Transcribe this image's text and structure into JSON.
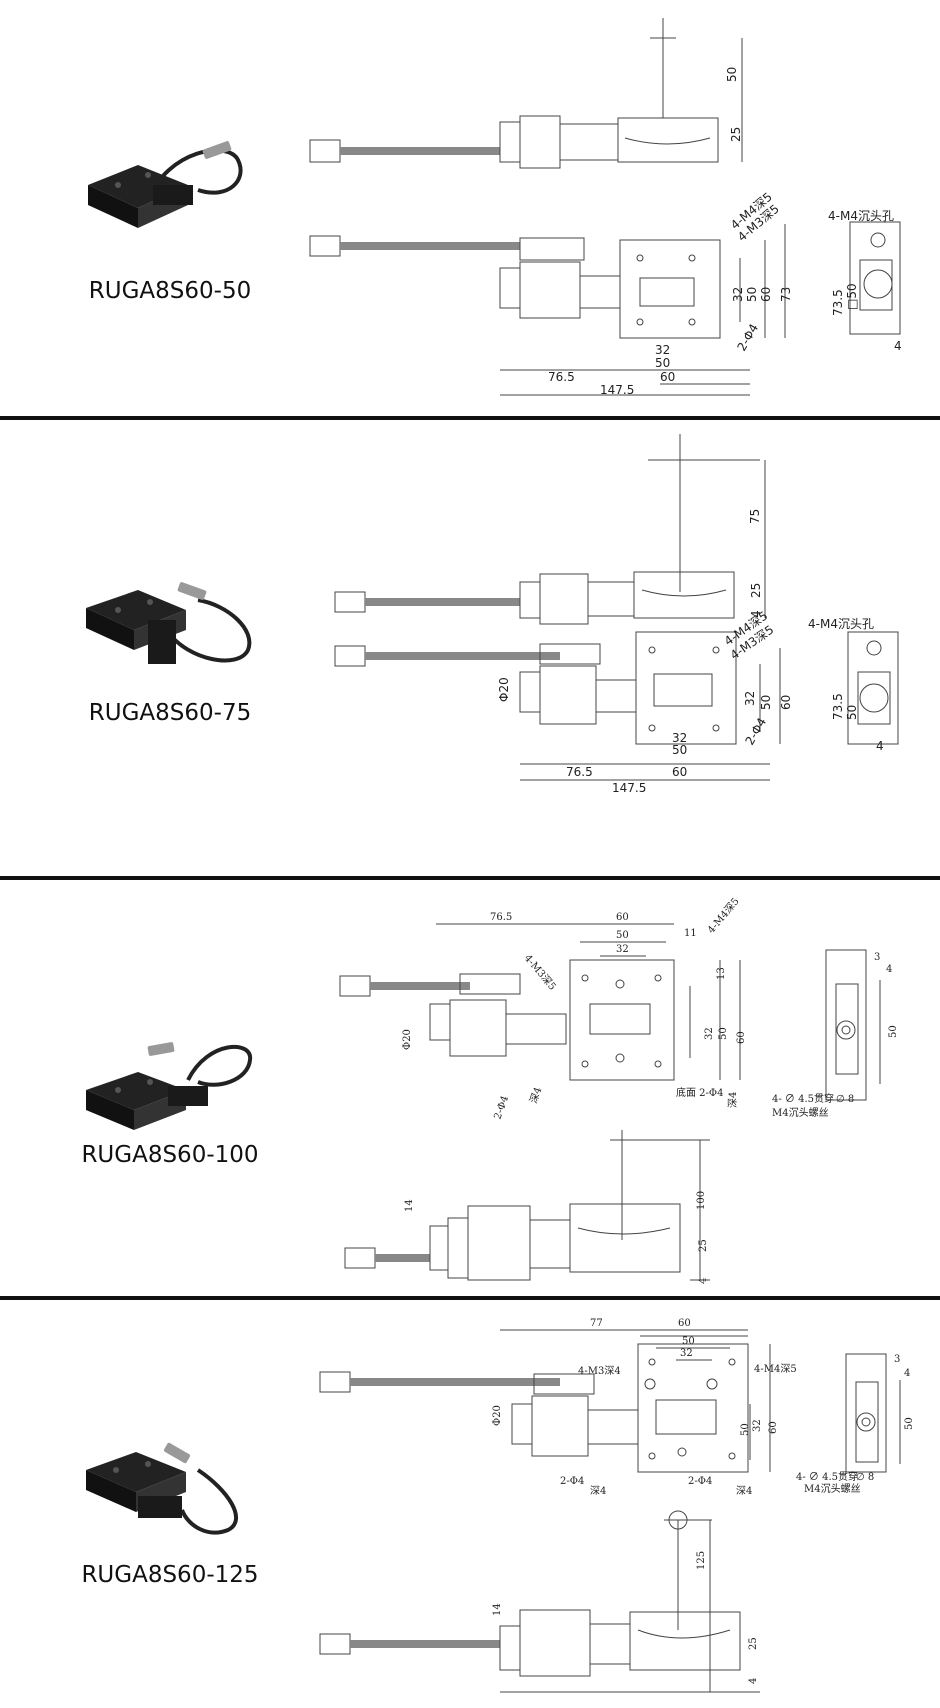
{
  "sections": [
    {
      "model": "RUGA8S60-50",
      "dims": {
        "a": "50",
        "b": "25",
        "c": "4-M4深5",
        "d": "4-M3深5",
        "e": "32",
        "f": "50",
        "g": "60",
        "h": "73",
        "i": "4-M4沉头孔",
        "j": "73.5",
        "k": "□50",
        "l": "4",
        "m": "32",
        "n": "50",
        "o": "60",
        "p": "76.5",
        "q": "147.5",
        "r": "2-Φ4"
      }
    },
    {
      "model": "RUGA8S60-75",
      "dims": {
        "a": "75",
        "b": "25",
        "c": "4",
        "d": "4-M4深5",
        "e": "4-M3深5",
        "f": "32",
        "g": "50",
        "h": "60",
        "i": "4-M4沉头孔",
        "j": "73.5",
        "k": "50",
        "l": "4",
        "m": "Φ20",
        "n": "32",
        "o": "50",
        "p": "60",
        "q": "76.5",
        "r": "147.5",
        "s": "2-Φ4"
      }
    },
    {
      "model": "RUGA8S60-100",
      "dims": {
        "a": "76.5",
        "b": "60",
        "c": "50",
        "d": "32",
        "e": "11",
        "f": "4-M3深5",
        "g": "4-M4深5",
        "h": "13",
        "i": "32",
        "j": "50",
        "k": "60",
        "l": "Φ20",
        "m": "2-Φ4",
        "n": "深4",
        "o": "底面 2-Φ4",
        "p": "深4",
        "q": "3",
        "r": "4",
        "s": "50",
        "t": "4- ∅ 4.5贯穿",
        "u": "∅ 8",
        "v": "M4沉头螺丝",
        "w": "100",
        "x": "14",
        "y": "25",
        "z": "4"
      }
    },
    {
      "model": "RUGA8S60-125",
      "dims": {
        "a": "77",
        "b": "60",
        "c": "50",
        "d": "32",
        "e": "4-M3深4",
        "f": "4-M4深5",
        "g": "Φ20",
        "h": "50",
        "i": "32",
        "j": "60",
        "k": "2-Φ4",
        "l": "深4",
        "m": "2-Φ4",
        "n": "深4",
        "o": "3",
        "p": "4",
        "q": "50",
        "r": "4- ∅ 4.5贯穿",
        "s": "∅ 8",
        "t": "M4沉头螺丝",
        "u": "125",
        "v": "14",
        "w": "25",
        "x": "4"
      }
    }
  ]
}
